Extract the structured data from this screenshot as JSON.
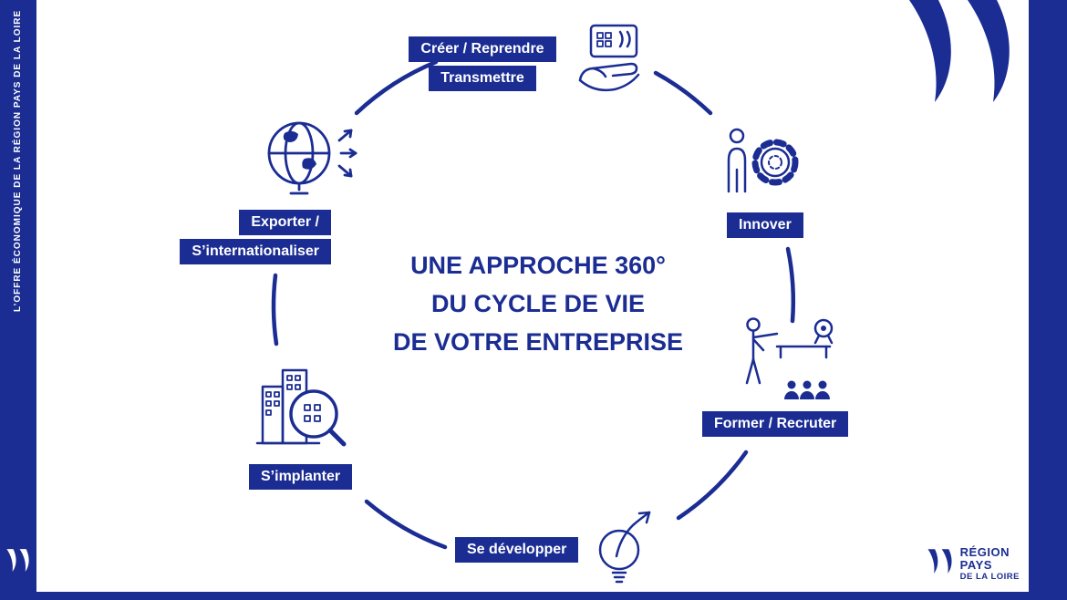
{
  "colors": {
    "primary_blue": "#1B2D93",
    "white": "#FFFFFF"
  },
  "left_band": {
    "caption": "L’OFFRE ÉCONOMIQUE DE LA RÉGION PAYS DE LA LOIRE"
  },
  "title": {
    "line1": "UNE APPROCHE 360°",
    "line2": "DU CYCLE DE VIE",
    "line3": "DE VOTRE ENTREPRISE"
  },
  "cycle": {
    "nodes": [
      {
        "id": "creer-reprendre",
        "labels": [
          "Créer / Reprendre",
          "Transmettre"
        ],
        "icon": "hand-building-icon",
        "position": "top"
      },
      {
        "id": "innover",
        "labels": [
          "Innover"
        ],
        "icon": "person-gear-icon",
        "position": "top-right"
      },
      {
        "id": "former-recruter",
        "labels": [
          "Former / Recruter"
        ],
        "icon": "trainer-audience-medal-icon",
        "position": "bottom-right"
      },
      {
        "id": "se-developper",
        "labels": [
          "Se développer"
        ],
        "icon": "lightbulb-arrow-icon",
        "position": "bottom"
      },
      {
        "id": "s-implanter",
        "labels": [
          "S’implanter"
        ],
        "icon": "buildings-magnifier-icon",
        "position": "bottom-left"
      },
      {
        "id": "exporter",
        "labels": [
          "Exporter /",
          "S’internationaliser"
        ],
        "icon": "globe-arrows-icon",
        "position": "top-left"
      }
    ]
  },
  "brand": {
    "mark_icon": "double-closing-quotes-icon",
    "logo": {
      "line1": "RÉGION",
      "line2": "PAYS",
      "line3": "DE LA LOIRE"
    }
  }
}
